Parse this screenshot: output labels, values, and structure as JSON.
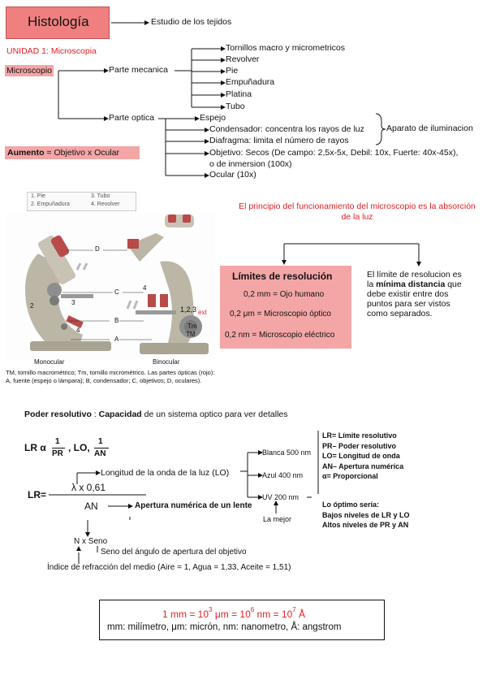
{
  "title": "Histología",
  "title_def": "Estudio de los tejidos",
  "unidad": "UNIDAD 1: Microscopia",
  "microscopio": "Microscopio",
  "parte_mecanica": {
    "label": "Parte mecanica",
    "items": [
      "Tornillos macro y micrometricos",
      "Revolver",
      "Pie",
      "Empuñadura",
      "Platina",
      "Tubo"
    ]
  },
  "parte_optica": {
    "label": "Parte optica",
    "items": [
      "Espejo",
      "Condensador: concentra los rayos de luz",
      "Diafragma: limita el número de rayos",
      "Objetivo: Secos (De campo: 2,5x-5x, Debil: 10x, Fuerte: 40x-45x),",
      "o de inmersion (100x)",
      "Ocular (10x)"
    ],
    "aparato": "Aparato de iluminacion"
  },
  "aumento": {
    "bold": "Aumento",
    "rest": " = Objetivo x Ocular"
  },
  "legend_small": [
    "1. Pie",
    "3. Tubo",
    "2. Empuñadura",
    "4. Revolver"
  ],
  "principio": "El principio del funcionamiento del microscopio es la absorción de la luz",
  "limites": {
    "title": "Límites de resolución",
    "rows": [
      "0,2 mm = Ojo humano",
      "0,2 μm = Microscopio óptico",
      "0,2 nm = Microscopio eléctrico"
    ]
  },
  "limite_desc": {
    "pre": "El límite de resolucion es la ",
    "bold": "mínima distancia",
    "post": " que debe existir entre dos puntos para ser vistos como separados."
  },
  "figure": {
    "labels": [
      "D",
      "C",
      "B",
      "A",
      "1,2,3",
      "4",
      "2",
      "3",
      "4"
    ],
    "monocular": "Monocular",
    "binocular": "Binocular",
    "caption": "TM, tornillo macrométrico; Tm, tornillo micrométrico. Las partes ópticas (rojo): A, fuente (espejo o lámpara); B, condensador; C, objetivos; D, oculares).",
    "ext": "ext",
    "tm1": "Tm",
    "tm2": "TM"
  },
  "poder": {
    "bold1": "Poder resolutivo",
    "mid": " : ",
    "bold2": "Capacidad",
    "rest": " de un sistema optico para ver detalles"
  },
  "formula": {
    "lr_alpha": "LR α",
    "one": "1",
    "pr": "PR",
    "lo": ", LO,",
    "an": "AN",
    "lr_eq": "LR=",
    "numerator": "λ x 0,61",
    "denominator": "AN",
    "longitud": "Longitud de la onda de la luz (LO)",
    "apertura": "Apertura numérica de un lente",
    "nxseno": "N x Seno",
    "seno": "Seno del ángulo de apertura del objetivo",
    "indice": "Índice de refracción del medio (Aire = 1, Agua = 1,33, Aceite = 1,51)"
  },
  "wavelengths": [
    "Blanca 500 nm",
    "Azul 400 nm",
    "UV 200 nm"
  ],
  "la_mejor": "La mejor",
  "defs": [
    "LR= Límite resolutivo",
    "PR– Poder resolutivo",
    "LO= Longitud de onda",
    "AN– Apertura numérica",
    "α= Proporcional"
  ],
  "optimo": {
    "title": "Lo óptimo sería:",
    "l1": "Bajos niveles de LR y LO",
    "l2": "Altos niveles de PR y AN"
  },
  "units": {
    "line1_a": "1 mm = 10",
    "e1": "3",
    "line1_b": " μm = 10",
    "e2": "6",
    "line1_c": " nm = 10",
    "e3": "7",
    "line1_d": " Å",
    "line2": "mm: milímetro, μm: micrón, nm: nanometro, Å: angstrom"
  },
  "colors": {
    "accent_red": "#e41e20",
    "pink": "#f4a6a6",
    "title_bg": "#f08080"
  }
}
